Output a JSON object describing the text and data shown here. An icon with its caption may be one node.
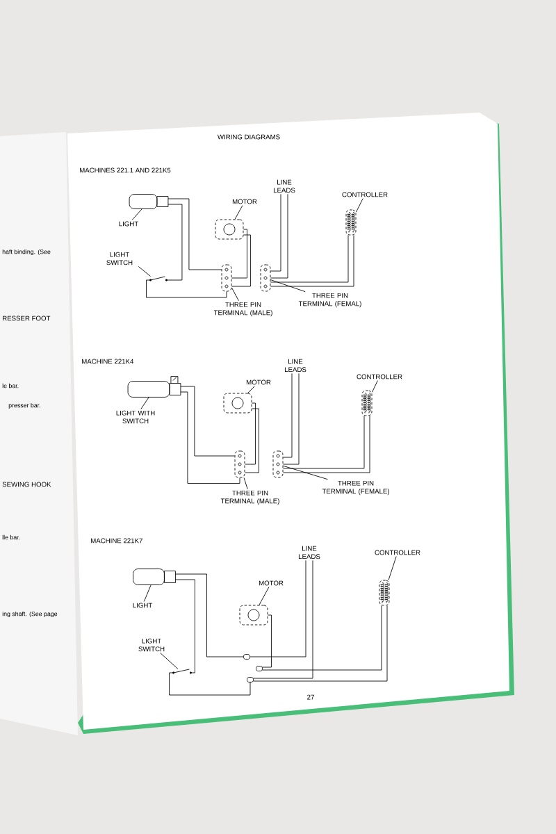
{
  "diagram": {
    "title": "WIRING DIAGRAMS",
    "nodes": [
      {
        "text": [
          "LIGHT"
        ]
      },
      {
        "text": [],
        "shape": "cylinder"
      },
      {
        "text": [
          "MOTOR"
        ]
      },
      {
        "text": [],
        "shape": "box"
      },
      {
        "text": [
          "LIGHT SWITCH"
        ]
      },
      {
        "text": [],
        "shape": "picture"
      },
      {
        "text": [],
        "shape": "box"
      },
      {
        "text": [
          "THREE PIN TERMINAL (MALE)"
        ]
      },
      {
        "text": [
          "LINE LEADS"
        ]
      },
      {
        "text": [],
        "shape": "box"
      },
      {
        "text": [
          "THREE PIN TERMINAL (FEMAL)"
        ]
      },
      {
        "text": [
          "CONTROLLER"
        ]
      },
      {
        "text": [],
        "shape": "box"
      },
      {
        "text": [
          "LIGHT WITH SWITCH"
        ]
      },
      {
        "text": [],
        "shape": "cylinder"
      },
      {
        "text": [
          "MOTOR"
        ]
      },
      {
        "text": [],
        "shape": "box"
      },
      {
        "text": [],
        "shape": "box"
      },
      {
        "text": [
          "THREE PIN TERMINAL (MALE)"
        ]
      },
      {
        "text": [
          "LINE LEADS"
        ]
      },
      {
        "text": [],
        "shape": "box"
      },
      {
        "text": [
          "THREE PIN TERMINAL (FEMALE)"
        ]
      },
      {
        "text": [
          "CONTROLLER"
        ]
      },
      {
        "text": [],
        "shape": "box"
      },
      {
        "text": [
          "LIGHT"
        ]
      },
      {
        "text": [],
        "shape": "cylinder"
      },
      {
        "text": [
          "MOTOR"
        ]
      },
      {
        "text": [],
        "shape": "box"
      },
      {
        "text": [
          "LIGHT SWITCH"
        ]
      },
      {
        "text": [],
        "shape": "picture"
      },
      {
        "text": [
          "LINE LEADS"
        ]
      },
      {
        "text": [
          "CONTROLLER"
        ]
      },
      {
        "text": [],
        "shape": "box"
      },
      {
        "text": [],
        "shape": "picture"
      },
      {
        "text": [],
        "shape": "picture"
      },
      {
        "text": [],
        "shape": "picture"
      }
    ],
    "edges": [
      {
        "from": 0,
        "to": 1,
        "arrow": "none"
      },
      {
        "from": 2,
        "to": 3,
        "arrow": "none"
      },
      {
        "from": 4,
        "to": 5,
        "arrow": "none"
      },
      {
        "from": 7,
        "to": 6,
        "arrow": "none"
      },
      {
        "from": 10,
        "to": 9,
        "arrow": "none"
      },
      {
        "from": 11,
        "to": 12,
        "arrow": "none"
      },
      {
        "from": 1,
        "to": 5,
        "arrow": "none"
      },
      {
        "from": 1,
        "to": 6,
        "arrow": "none"
      },
      {
        "from": 5,
        "to": 6,
        "arrow": "none"
      },
      {
        "from": 3,
        "to": 6,
        "arrow": "none"
      },
      {
        "from": 3,
        "to": 6,
        "arrow": "none"
      },
      {
        "from": 8,
        "to": 9,
        "arrow": "none"
      },
      {
        "from": 8,
        "to": 9,
        "arrow": "none"
      },
      {
        "from": 12,
        "to": 9,
        "arrow": "none"
      },
      {
        "from": 12,
        "to": 9,
        "arrow": "none"
      },
      {
        "from": 13,
        "to": 14,
        "arrow": "none"
      },
      {
        "from": 15,
        "to": 16,
        "arrow": "none"
      },
      {
        "from": 18,
        "to": 17,
        "arrow": "none"
      },
      {
        "from": 21,
        "to": 20,
        "arrow": "none"
      },
      {
        "from": 22,
        "to": 23,
        "arrow": "none"
      },
      {
        "from": 14,
        "to": 17,
        "arrow": "none"
      },
      {
        "from": 14,
        "to": 17,
        "arrow": "none"
      },
      {
        "from": 16,
        "to": 17,
        "arrow": "none"
      },
      {
        "from": 16,
        "to": 17,
        "arrow": "none"
      },
      {
        "from": 19,
        "to": 20,
        "arrow": "none"
      },
      {
        "from": 19,
        "to": 20,
        "arrow": "none"
      },
      {
        "from": 23,
        "to": 20,
        "arrow": "none"
      },
      {
        "from": 23,
        "to": 20,
        "arrow": "none"
      },
      {
        "from": 24,
        "to": 25,
        "arrow": "none"
      },
      {
        "from": 26,
        "to": 27,
        "arrow": "none"
      },
      {
        "from": 28,
        "to": 29,
        "arrow": "none"
      },
      {
        "from": 31,
        "to": 32,
        "arrow": "none"
      },
      {
        "from": 25,
        "to": 29,
        "arrow": "none"
      },
      {
        "from": 25,
        "to": 33,
        "arrow": "none"
      },
      {
        "from": 29,
        "to": 35,
        "arrow": "none"
      },
      {
        "from": 27,
        "to": 34,
        "arrow": "none"
      },
      {
        "from": 30,
        "to": 33,
        "arrow": "none"
      },
      {
        "from": 30,
        "to": 35,
        "arrow": "none"
      },
      {
        "from": 32,
        "to": 34,
        "arrow": "none"
      },
      {
        "from": 32,
        "to": 35,
        "arrow": "none"
      }
    ],
    "labels": [
      "MACHINES 221.1 AND 221K5",
      "MACHINE 221K4",
      "MACHINE 221K7",
      "27",
      "haft binding. (See",
      "RESSER FOOT",
      "le bar.",
      "presser bar.",
      "SEWING HOOK",
      "lle bar.",
      "ing shaft. (See page"
    ]
  }
}
